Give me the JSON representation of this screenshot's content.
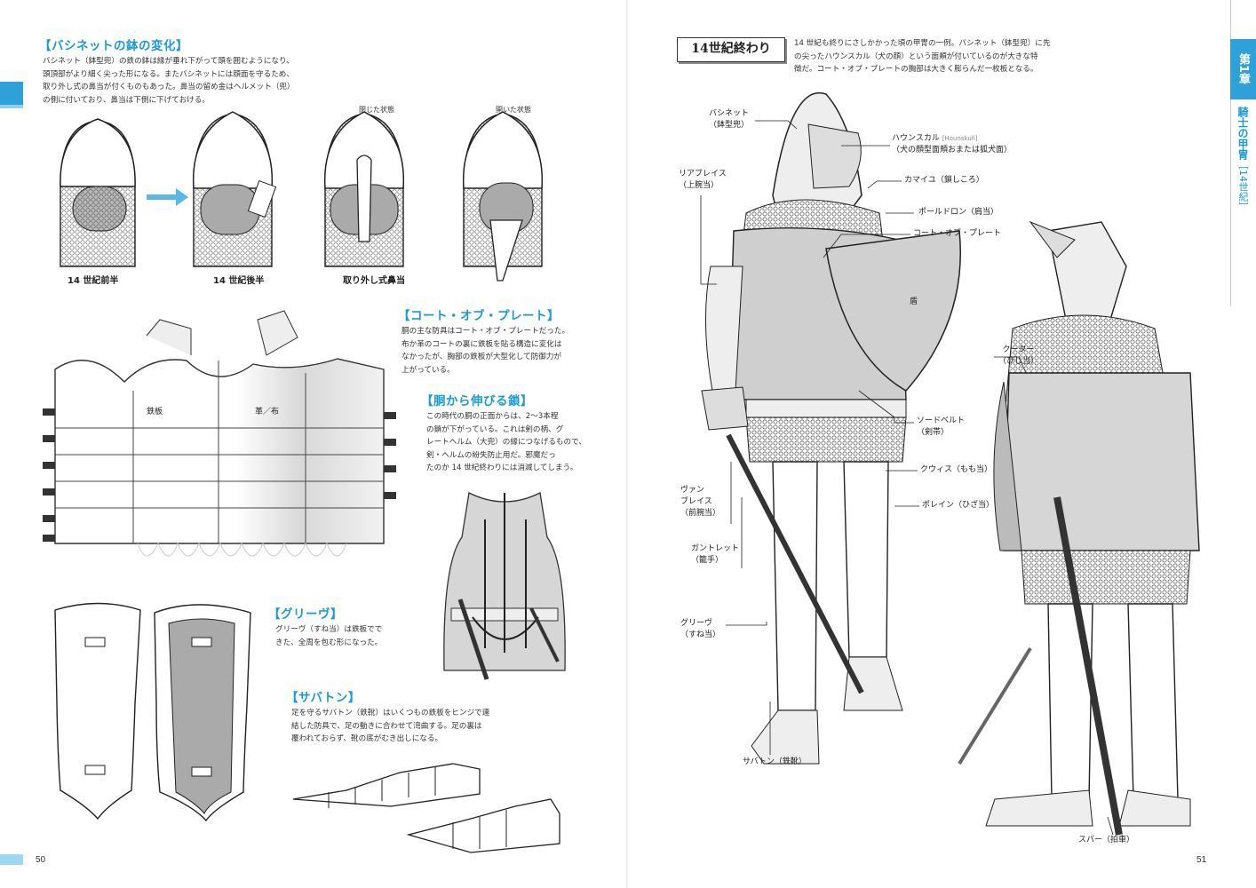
{
  "left_page": {
    "page_number": "50",
    "bascinet": {
      "title": "【バシネットの鉢の変化】",
      "body": [
        "バシネット（鉢型兜）の鉄の鉢は縁が垂れ下がって頭を囲むようになり、",
        "頭頂部がより細く尖った形になる。またバシネットには顔面を守るため、",
        "取り外し式の鼻当が付くものもあった。鼻当の留め金はヘルメット（兜）",
        "の側に付いており、鼻当は下側に下げておける。"
      ],
      "state_closed": "閉じた状態",
      "state_open": "開いた状態",
      "captions": [
        "14 世紀前半",
        "14 世紀後半",
        "取り外し式鼻当"
      ]
    },
    "coat_of_plate": {
      "title": "【コート・オブ・プレート】",
      "body": [
        "胴の主な防具はコート・オブ・プレートだった。",
        "布か革のコートの裏に鉄板を貼る構造に変化は",
        "なかったが、胸部の鉄板が大型化して防御力が",
        "上がっている。"
      ],
      "label_iron": "鉄板",
      "label_leather": "革／布"
    },
    "chains": {
      "title": "【胴から伸びる鎖】",
      "body": [
        "この時代の胴の正面からは、2～3本程",
        "の鎖が下がっている。これは剣の柄、グ",
        "レートヘルム（大兜）の縁につなげるもので、",
        "剣・ヘルムの紛失防止用だ。邪魔だっ",
        "たのか 14 世紀終わりには消滅してしまう。"
      ]
    },
    "greave": {
      "title": "【グリーヴ】",
      "body": [
        "グリーヴ（すね当）は鉄板でで",
        "きた、全周を包む形になった。"
      ]
    },
    "sabaton": {
      "title": "【サバトン】",
      "body": [
        "足を守るサバトン（鉄靴）はいくつもの鉄板をヒンジで連",
        "結した防具で、足の動きに合わせて湾曲する。足の裏は",
        "覆われておらず、靴の底がむき出しになる。"
      ]
    }
  },
  "right_page": {
    "page_number": "51",
    "stamp": "14世紀終わり",
    "intro": [
      "14 世紀も終りにさしかかった頃の甲冑の一例。バシネット（鉢型兜）に先",
      "の尖ったハウンスカル（犬の顔）という面頬が付いているのが大きな特",
      "徴だ。コート・オブ・プレートの胸部は大きく膨らんだ一枚板となる。"
    ],
    "chapter": {
      "number": "第1章",
      "title": "騎士の甲冑",
      "subtitle": "［14世紀］"
    },
    "labels": {
      "bascinet": [
        "バシネット",
        "（鉢型兜）"
      ],
      "rerebrace": [
        "リアブレイス",
        "（上腕当）"
      ],
      "hounskull": [
        "ハウンスカル",
        "（犬の顔型面頬おまたは狐犬面）"
      ],
      "hounskull_en": "[Hounskull]",
      "camail": "カマイユ（鎖しころ）",
      "pauldron": "ポールドロン（肩当）",
      "coat": "コート・オブ・プレート",
      "shield": "盾",
      "couter": [
        "クーター",
        "（ひじ当）"
      ],
      "sword_belt": [
        "ソードベルト",
        "（剣帯）"
      ],
      "cuisse": "クウィス（もも当）",
      "poleyn": "ポレイン（ひざ当）",
      "vambrace": [
        "ヴァン",
        "ブレイス",
        "（前腕当）"
      ],
      "gauntlet": [
        "ガントレット",
        "（籠手）"
      ],
      "greave": [
        "グリーヴ",
        "（すね当）"
      ],
      "sabaton": "サバトン（鉄靴）",
      "spur": "スパー（拍車）"
    }
  },
  "colors": {
    "accent": "#1c9ad6",
    "tab": "#2fa0d8",
    "arrow": "#5bb7e6"
  }
}
